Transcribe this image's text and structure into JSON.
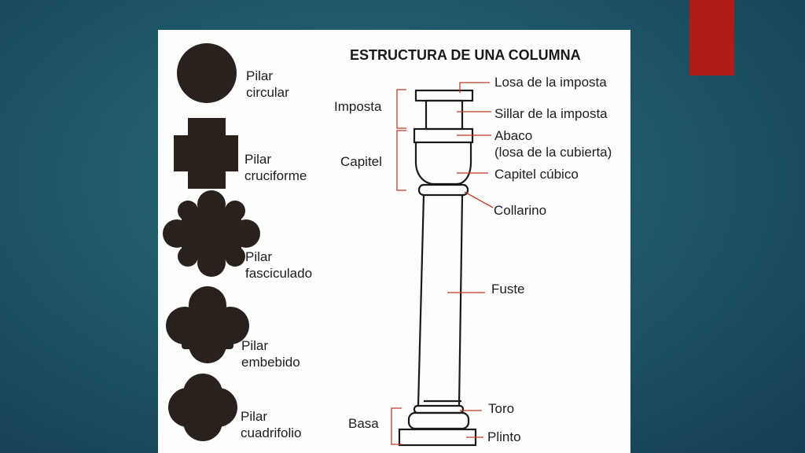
{
  "slide": {
    "accent_color": "#b01b17",
    "background_color": "#1f5868"
  },
  "diagram": {
    "title": "ESTRUCTURA DE UNA COLUMNA",
    "pillars": [
      {
        "shape": "circular",
        "label_line1": "Pilar",
        "label_line2": "circular"
      },
      {
        "shape": "cruciforme",
        "label_line1": "Pilar",
        "label_line2": "cruciforme"
      },
      {
        "shape": "fasciculado",
        "label_line1": "Pilar",
        "label_line2": "fasciculado"
      },
      {
        "shape": "embebido",
        "label_line1": "Pilar",
        "label_line2": "embebido"
      },
      {
        "shape": "cuadrifolio",
        "label_line1": "Pilar",
        "label_line2": "cuadrifolio"
      }
    ],
    "groups": {
      "imposta": "Imposta",
      "capitel": "Capitel",
      "basa": "Basa"
    },
    "parts": {
      "losa_imposta": "Losa de la imposta",
      "sillar_imposta": "Sillar de la imposta",
      "abaco_line1": "Abaco",
      "abaco_line2": "(losa de la cubierta)",
      "capitel_cubico": "Capitel cúbico",
      "collarino": "Collarino",
      "fuste": "Fuste",
      "toro": "Toro",
      "plinto": "Plinto"
    },
    "leader_color": "#c0392b"
  }
}
